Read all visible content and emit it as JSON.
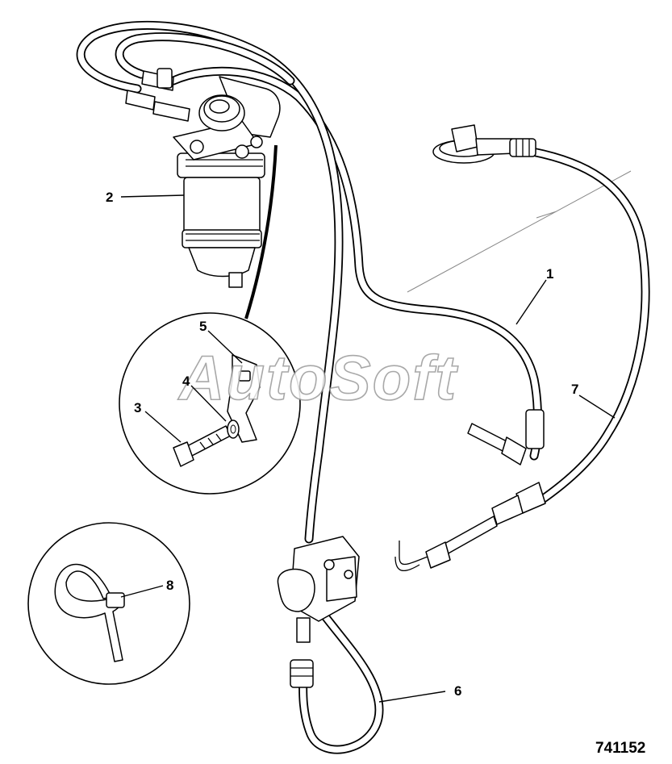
{
  "diagram": {
    "callouts": [
      {
        "id": "1",
        "label": "1"
      },
      {
        "id": "2",
        "label": "2"
      },
      {
        "id": "3",
        "label": "3"
      },
      {
        "id": "4",
        "label": "4"
      },
      {
        "id": "5",
        "label": "5"
      },
      {
        "id": "6",
        "label": "6"
      },
      {
        "id": "7",
        "label": "7"
      },
      {
        "id": "8",
        "label": "8"
      }
    ],
    "drawing_number": "741152",
    "watermark": "AutoSoft"
  }
}
